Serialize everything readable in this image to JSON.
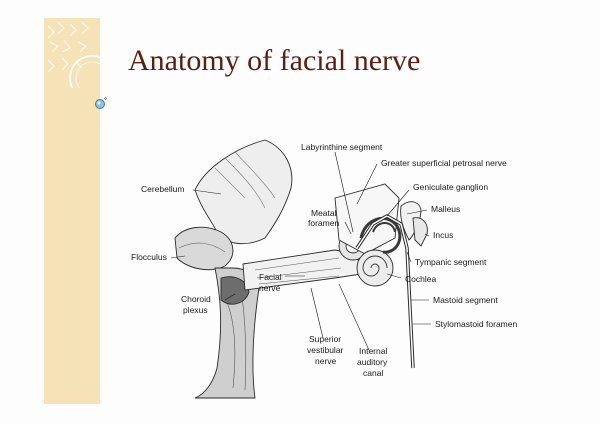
{
  "slide": {
    "title": "Anatomy of facial nerve"
  },
  "diagram": {
    "labels": {
      "labyrinthine_segment": "Labyrinthine segment",
      "greater_superficial_petrosal_nerve": "Greater superficial petrosal nerve",
      "geniculate_ganglion": "Geniculate ganglion",
      "malleus": "Malleus",
      "cerebellum": "Cerebellum",
      "meatal_foramen_1": "Meatal",
      "meatal_foramen_2": "foramen",
      "incus": "Incus",
      "flocculus": "Flocculus",
      "tympanic_segment": "Tympanic segment",
      "cochlea": "Cochlea",
      "facial_nerve_1": "Facial",
      "facial_nerve_2": "nerve",
      "choroid_plexus_1": "Choroid",
      "choroid_plexus_2": "plexus",
      "mastoid_segment": "Mastoid segment",
      "stylomastoid_foramen": "Stylomastoid foramen",
      "superior_vestibular_nerve_1": "Superior",
      "superior_vestibular_nerve_2": "vestibular",
      "superior_vestibular_nerve_3": "nerve",
      "internal_auditory_canal_1": "Internal",
      "internal_auditory_canal_2": "auditory",
      "internal_auditory_canal_3": "canal"
    }
  }
}
